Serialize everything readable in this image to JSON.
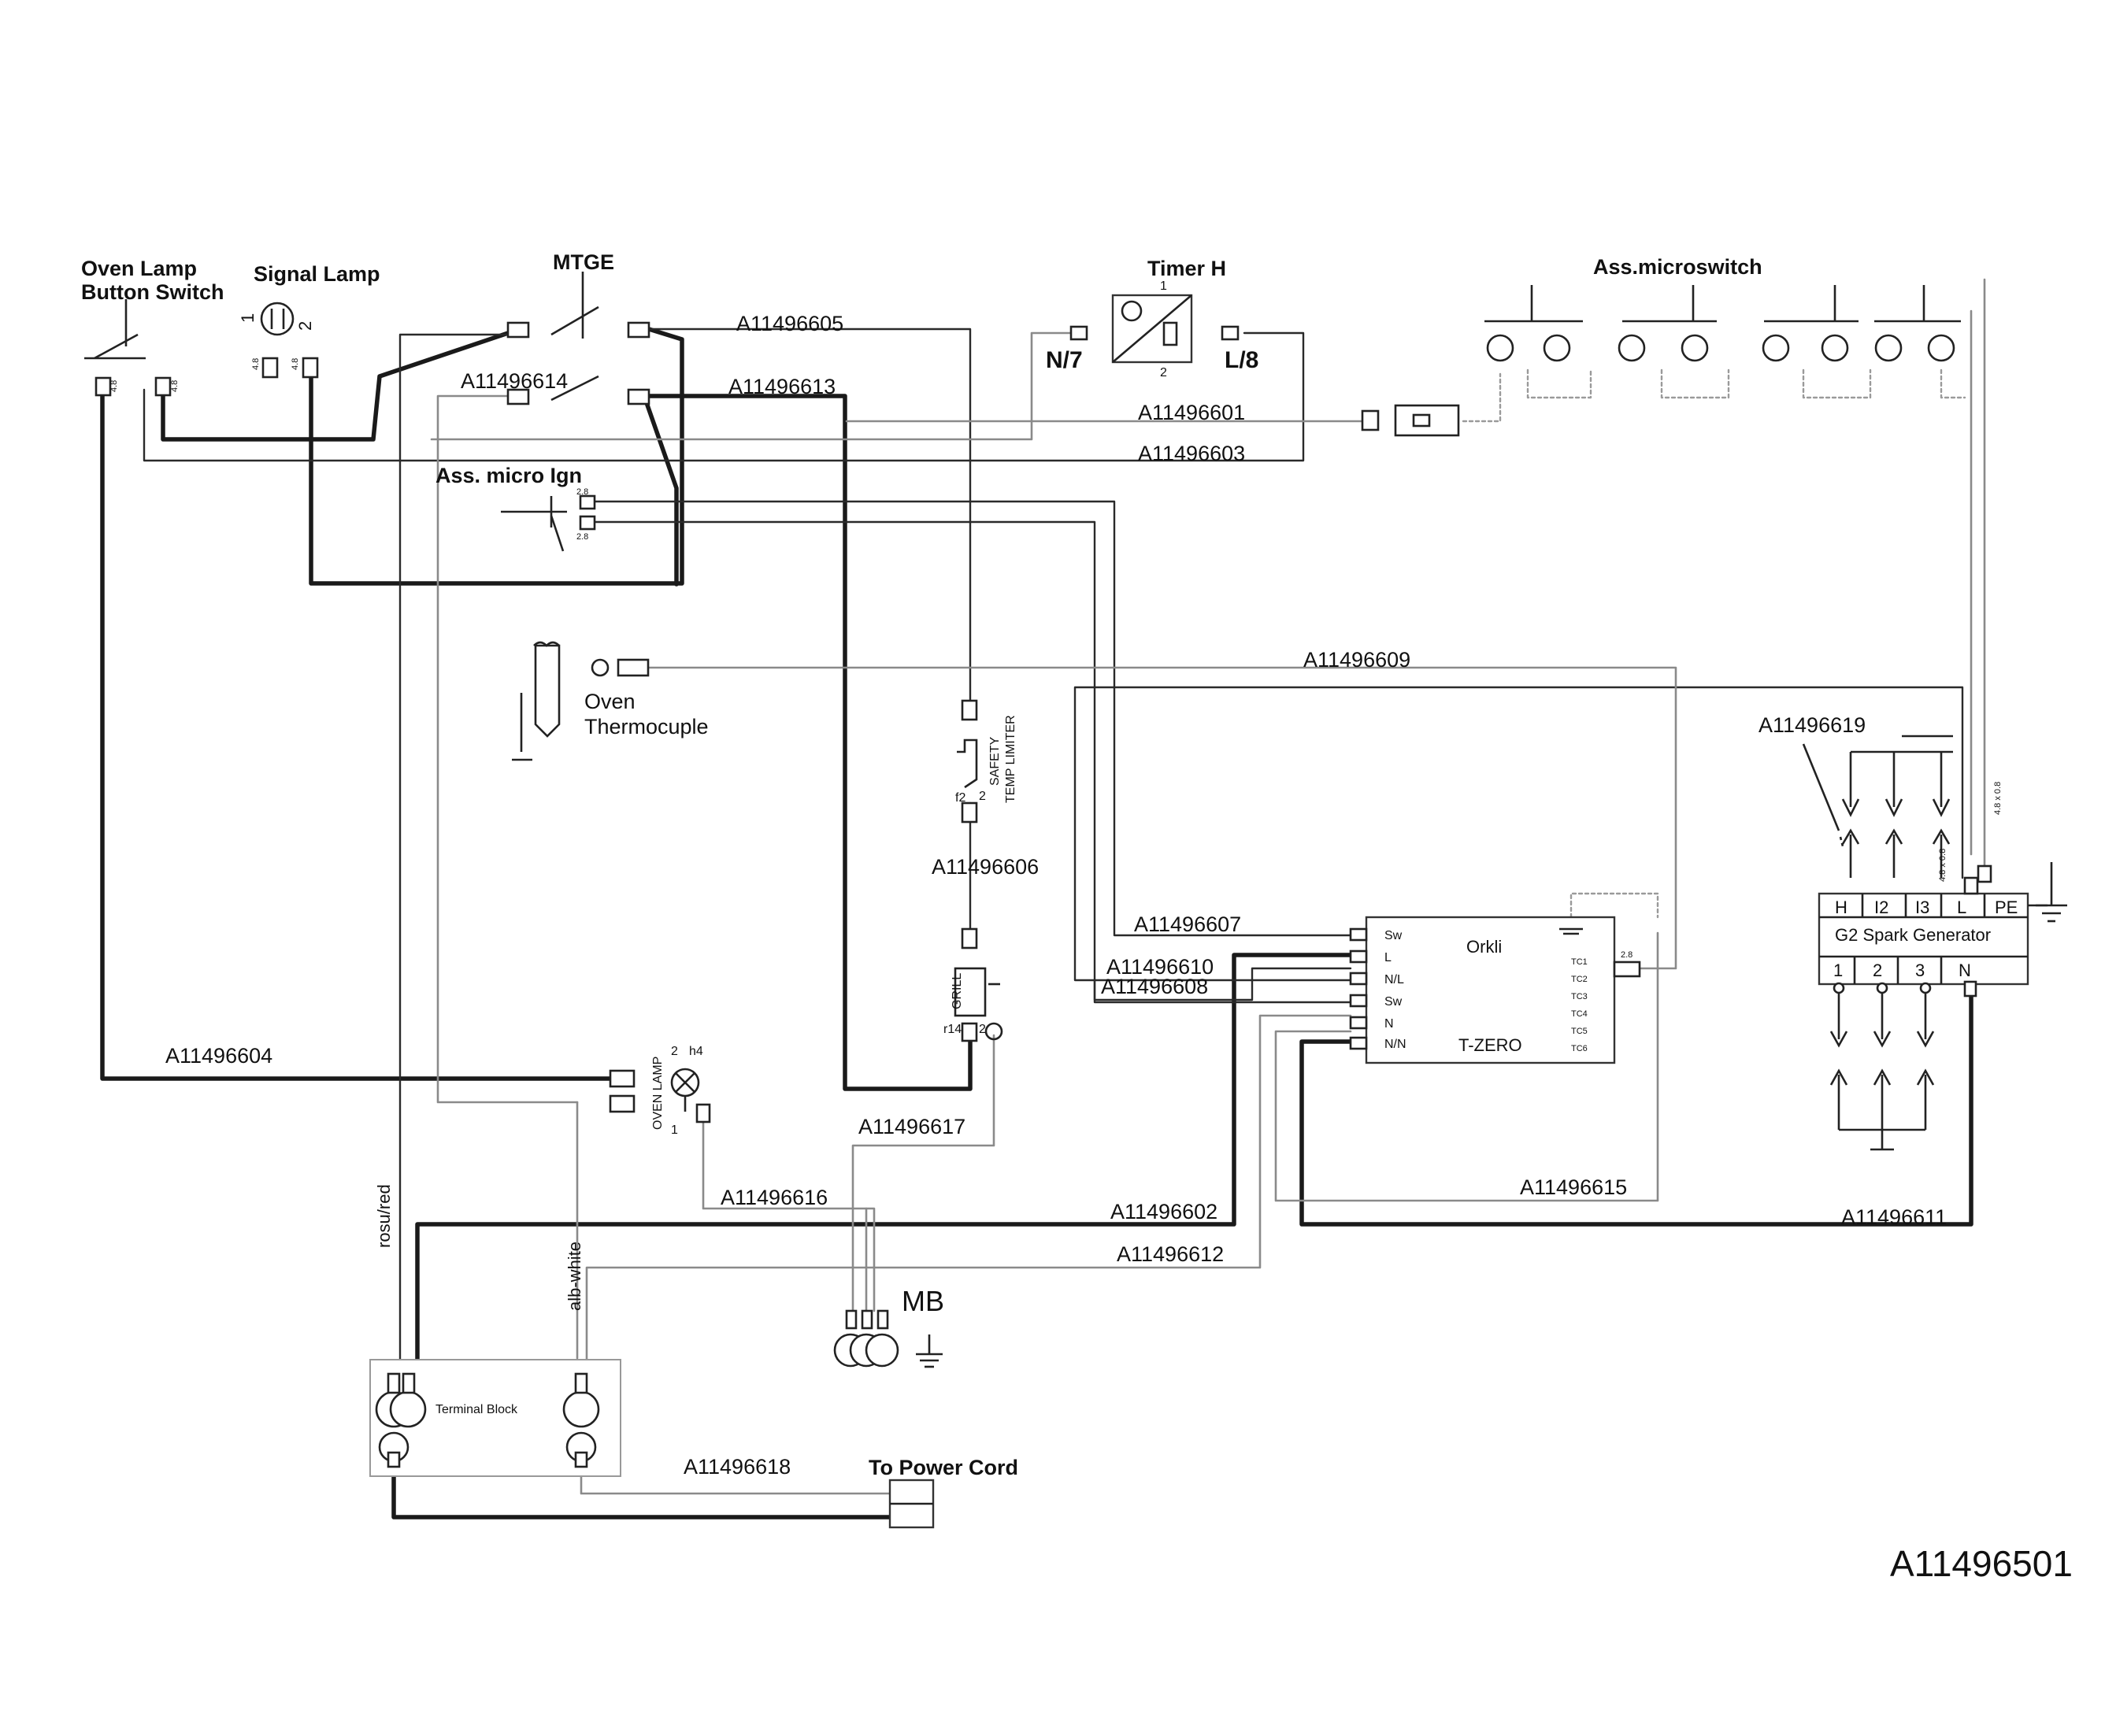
{
  "labels": {
    "oven_lamp_button_switch_1": "Oven Lamp",
    "oven_lamp_button_switch_2": "Button Switch",
    "signal_lamp": "Signal Lamp",
    "mtge": "MTGE",
    "timer_h": "Timer H",
    "ass_microswitch": "Ass.microswitch",
    "ass_micro_ign": "Ass. micro Ign",
    "oven_thermocuple_1": "Oven",
    "oven_thermocuple_2": "Thermocuple",
    "safety_temp_limiter_1": "SAFETY",
    "safety_temp_limiter_2": "TEMP LIMITER",
    "grill": "GRILL",
    "oven_lamp": "OVEN LAMP",
    "orkli": "Orkli",
    "t_zero": "T-ZERO",
    "g2_spark_generator": "G2 Spark Generator",
    "terminal_block": "Terminal Block",
    "to_power_cord": "To Power Cord",
    "mb": "MB",
    "rosu_red": "rosu/red",
    "alb_white": "alb-white",
    "n7": "N/7",
    "l8": "L/8",
    "drawing_number": "A11496501"
  },
  "wire_codes": {
    "w605": "A11496605",
    "w614": "A11496614",
    "w613": "A11496613",
    "w601": "A11496601",
    "w603": "A11496603",
    "w609": "A11496609",
    "w619": "A11496619",
    "w606": "A11496606",
    "w607": "A11496607",
    "w610": "A11496610",
    "w608": "A11496608",
    "w604": "A11496604",
    "w617": "A11496617",
    "w616": "A11496616",
    "w615": "A11496615",
    "w602": "A11496602",
    "w611": "A11496611",
    "w612": "A11496612",
    "w618": "A11496618"
  },
  "pins": {
    "orkli_left": [
      "Sw",
      "L",
      "N/L",
      "Sw",
      "N",
      "N/N"
    ],
    "orkli_right": [
      "TC1",
      "TC2",
      "TC3",
      "TC4",
      "TC5",
      "TC6"
    ],
    "spark_top": [
      "H",
      "I2",
      "I3",
      "L",
      "PE"
    ],
    "spark_bottom": [
      "1",
      "2",
      "3",
      "N"
    ],
    "signal_lamp_pins": [
      "1",
      "2"
    ],
    "timer_pins": [
      "1",
      "2"
    ],
    "safety_pins": [
      "f2",
      "2"
    ],
    "grill_pins": [
      "r14",
      "2"
    ],
    "oven_lamp_pins": [
      "2",
      "h4",
      "1"
    ],
    "connector_sizes": [
      "4.8",
      "4.8",
      "4.8",
      "4.8",
      "2.8",
      "2.8",
      "4.8 x 0.8",
      "4.8 x 0.8",
      "2.8"
    ]
  }
}
